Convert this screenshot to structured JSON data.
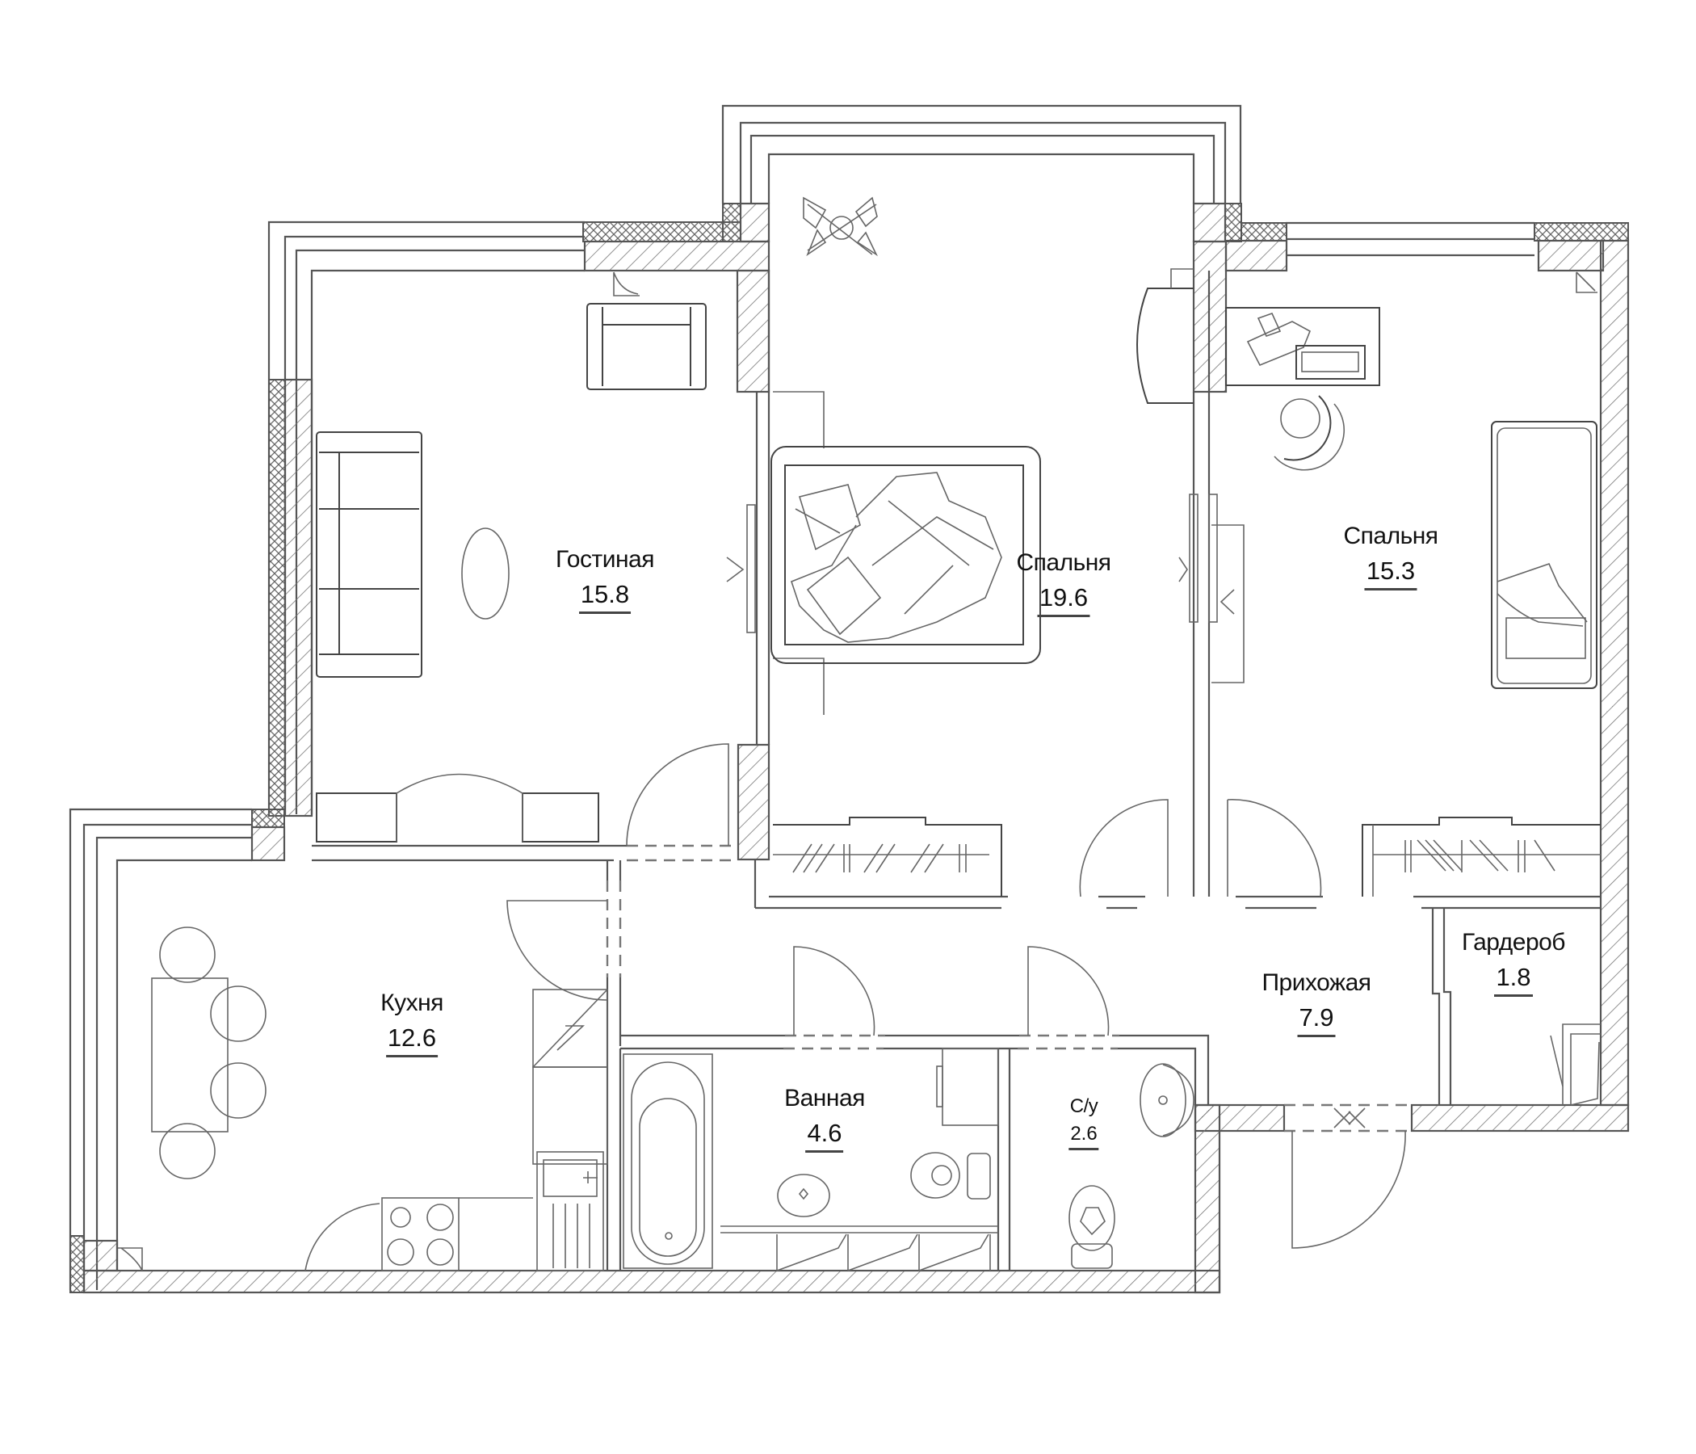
{
  "plan": {
    "type": "apartment-floor-plan",
    "units": "m²",
    "rooms": {
      "living": {
        "name": "Гостиная",
        "area": "15.8"
      },
      "bedroom_main": {
        "name": "Спальня",
        "area": "19.6"
      },
      "bedroom_second": {
        "name": "Спальня",
        "area": "15.3"
      },
      "kitchen": {
        "name": "Кухня",
        "area": "12.6"
      },
      "bathroom": {
        "name": "Ванная",
        "area": "4.6"
      },
      "wc": {
        "name": "С/у",
        "area": "2.6"
      },
      "hallway": {
        "name": "Прихожая",
        "area": "7.9"
      },
      "wardrobe": {
        "name": "Гардероб",
        "area": "1.8"
      }
    },
    "furniture": [
      "armchair",
      "sofa",
      "oval-coffee-table",
      "dresser-pair",
      "double-bed",
      "plant",
      "vanity-table",
      "desk",
      "keyboard",
      "office-chair",
      "single-bed",
      "wardrobe-closet",
      "dining-table",
      "dining-chairs",
      "fridge",
      "sink",
      "cooktop",
      "bathtub",
      "washbasin",
      "toilet",
      "washing-machine",
      "entrance-door"
    ],
    "colors": {
      "line": "#555555",
      "text": "#111111",
      "background": "#ffffff"
    }
  }
}
